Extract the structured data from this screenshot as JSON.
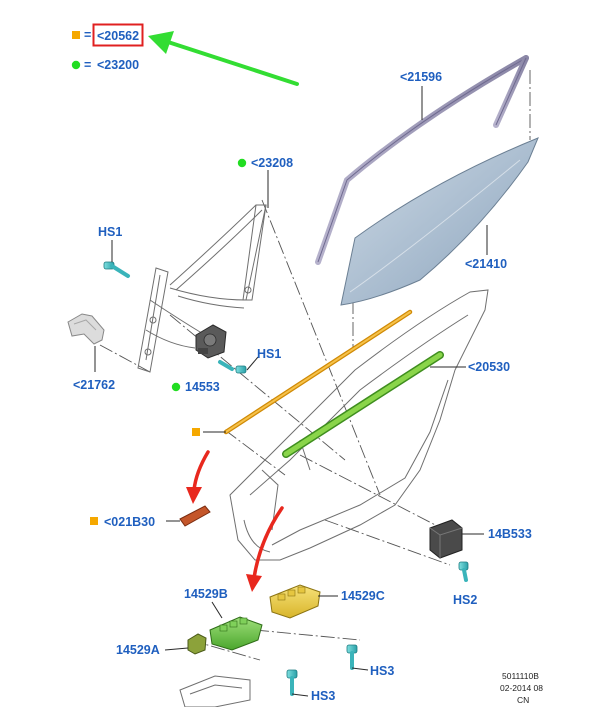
{
  "legend": {
    "orange_label": "<20562",
    "green_label": "<23200",
    "orange_color": "#f5a800",
    "green_color": "#22dd22",
    "highlight_color": "#e02020"
  },
  "callouts": {
    "glass_run": "<21596",
    "regulator": "<23208",
    "bolt_hs1_top": "HS1",
    "bolt_hs1_mid": "HS1",
    "glass": "<21410",
    "weatherstrip": "<20530",
    "handle_bracket": "<21762",
    "motor": "14553",
    "applique": "<021B30",
    "module": "14B533",
    "bolt_hs2": "HS2",
    "switch_b": "14529B",
    "switch_c": "14529C",
    "switch_a": "14529A",
    "bolt_hs3_right": "HS3",
    "bolt_hs3_left": "HS3"
  },
  "stamp": {
    "code": "5011110B",
    "date": "02-2014 08",
    "region": "CN"
  },
  "colors": {
    "callout_text": "#1f5fbf",
    "arrow_green": "#33dd33",
    "arrow_red": "#e8281e",
    "strip_orange": "#f0a818",
    "strip_green": "#7ccd3a",
    "glass_blue": "#9fb4c8",
    "part_teal": "#4ec6c8"
  },
  "icons": {
    "orange_square": "orange-square-icon",
    "green_dot": "green-dot-icon"
  }
}
